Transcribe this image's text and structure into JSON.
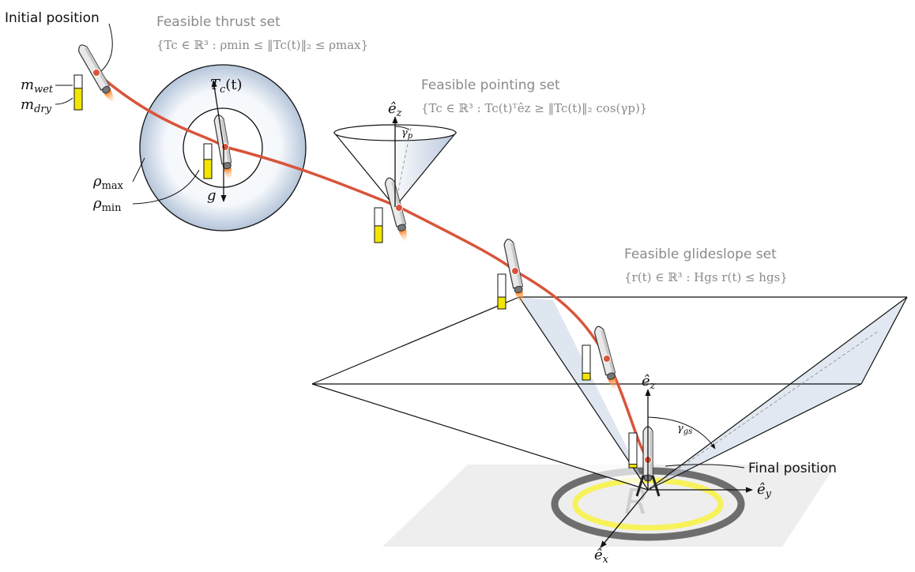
{
  "labels": {
    "initial_position": "Initial position",
    "final_position": "Final position",
    "m_wet": "m",
    "m_wet_sub": "wet",
    "m_dry": "m",
    "m_dry_sub": "dry",
    "rho_max": "ρ",
    "rho_max_sub": "max",
    "rho_min": "ρ",
    "rho_min_sub": "min",
    "thrust_vector": "T",
    "thrust_vector_sub": "c",
    "thrust_vector_arg": "(t)",
    "gravity": "g",
    "gamma_p": "γ",
    "gamma_p_sub": "p",
    "gamma_gs": "γ",
    "gamma_gs_sub": "gs",
    "ez_pointing": "ê",
    "ez_pointing_sub": "z",
    "ez_ground": "ê",
    "ez_ground_sub": "z",
    "ey": "ê",
    "ey_sub": "y",
    "ex": "ê",
    "ex_sub": "x"
  },
  "sets": {
    "thrust": {
      "title": "Feasible thrust set",
      "formula": "{Tc ∈ ℝ³ : ρmin ≤ ‖Tc(t)‖₂ ≤ ρmax}"
    },
    "pointing": {
      "title": "Feasible pointing set",
      "formula": "{Tc ∈ ℝ³ : Tc(t)ᵀêz ≥ ‖Tc(t)‖₂ cos(γp)}"
    },
    "glideslope": {
      "title": "Feasible glideslope set",
      "formula": "{r(t) ∈ ℝ³ : Hgs r(t) ≤ hgs}"
    }
  },
  "colors": {
    "trajectory": "#d9543a",
    "fuel": "#f2e600",
    "fuel_landing_pad": "#f7f25a",
    "pad_ring": "#6e6e6e",
    "ground": "#eeeeee",
    "shade": "#b9c8dc"
  },
  "fuel_levels": [
    0.62,
    0.55,
    0.48,
    0.34,
    0.2,
    0.1
  ],
  "icons": [
    "rocket-icon",
    "fuel-gauge-icon",
    "landing-pad-icon"
  ]
}
